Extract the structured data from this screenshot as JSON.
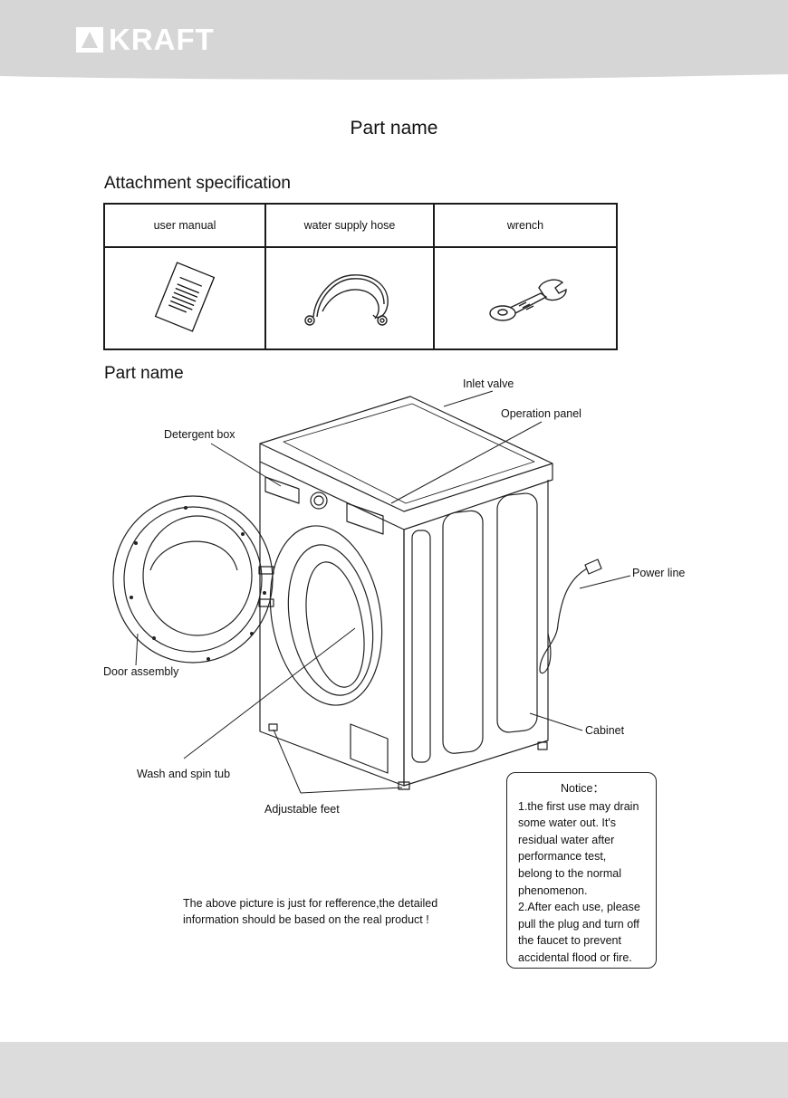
{
  "header": {
    "brand": "KRAFT",
    "colors": {
      "band": "#d6d6d6",
      "logo": "#ffffff"
    },
    "icon": "kraft-logo-icon"
  },
  "page_title": "Part name",
  "attachment": {
    "title": "Attachment specification",
    "columns": [
      "user manual",
      "water supply hose",
      "wrench"
    ],
    "icons": [
      "user-manual-icon",
      "water-supply-hose-icon",
      "wrench-icon"
    ]
  },
  "parts": {
    "title": "Part name",
    "labels": {
      "inlet_valve": "Inlet valve",
      "operation_panel": "Operation panel",
      "detergent_box": "Detergent box",
      "power_line": "Power line",
      "door_assembly": "Door assembly",
      "cabinet": "Cabinet",
      "wash_tub": "Wash and spin tub",
      "adjustable_feet": "Adjustable feet"
    }
  },
  "notice": {
    "title": "Notice：",
    "lines": [
      "1.the first use may drain",
      "some water out. It's",
      "residual water after",
      "performance test,",
      "belong to the normal",
      "phenomenon.",
      "2.After each use, please",
      "pull the plug and turn off",
      "the faucet to prevent",
      "accidental flood or fire."
    ]
  },
  "disclaimer": {
    "line1": "The above picture is just for refference,the detailed",
    "line2": "information should be based on the real product !"
  }
}
